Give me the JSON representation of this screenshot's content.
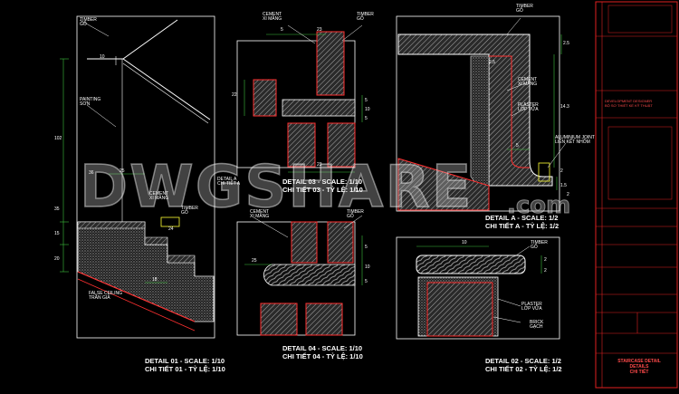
{
  "colors": {
    "background": "#000000",
    "frame": "#ffffff",
    "outline_red": "#ff3030",
    "hatch_grey": "#9a9a9a",
    "dim_green": "#3cbf3c",
    "yellow": "#ffff33",
    "title_block_red": "#e02020"
  },
  "watermark": {
    "main": "DWGSHARE",
    "suffix": ".com"
  },
  "details": {
    "d1": {
      "caption_en": "DETAIL 01 - SCALE: 1/10",
      "caption_vn": "CHI TIẾT 01 - TỶ LỆ: 1/10",
      "labels": {
        "timber": "TIMBER",
        "timber_vn": "GỖ",
        "painting": "PAINTING",
        "painting_vn": "SƠN",
        "cement": "CEMENT",
        "cement_vn": "XI MĂNG",
        "timber2": "TIMBER",
        "timber2_vn": "GỖ",
        "false_ceiling": "FALSE CEILING",
        "false_ceiling_vn": "TRẦN GIẢ",
        "detail_a": "DETAIL A",
        "detail_a_vn": "CHI TIẾT A"
      },
      "dims": {
        "d102": "102",
        "d35": "35",
        "d15": "15",
        "d20": "20",
        "d25": "25",
        "d24": "24",
        "d18": "18",
        "d36": "36",
        "d10": "10"
      }
    },
    "d3": {
      "caption_en": "DETAIL 03 - SCALE: 1/10",
      "caption_vn": "CHI TIẾT 03 - TỶ LỆ: 1/10",
      "labels": {
        "cement": "CEMENT",
        "cement_vn": "XI MĂNG",
        "timber": "TIMBER",
        "timber_vn": "GỖ"
      },
      "dims": {
        "d5": "5",
        "d23": "23",
        "d22": "22",
        "d5b": "5",
        "d10": "10",
        "d5c": "5",
        "d23b": "23"
      }
    },
    "d4": {
      "caption_en": "DETAIL 04 - SCALE: 1/10",
      "caption_vn": "CHI TIẾT 04 - TỶ LỆ: 1/10",
      "labels": {
        "cement": "CEMENT",
        "cement_vn": "XI MĂNG",
        "timber": "TIMBER",
        "timber_vn": "GỖ"
      },
      "dims": {
        "d25": "25",
        "d5": "5",
        "d10": "10",
        "d5b": "5"
      }
    },
    "dA": {
      "caption_en": "DETAIL A - SCALE: 1/2",
      "caption_vn": "CHI TIẾT A - TỶ LỆ: 1/2",
      "labels": {
        "timber": "TIMBER",
        "timber_vn": "GỖ",
        "cement": "CEMENT",
        "cement_vn": "XI MĂNG",
        "plaster": "PLASTER",
        "plaster_vn": "LỚP VỮA",
        "aluminium": "ALUMINIUM JOINT",
        "aluminium_vn": "LIÊN KẾT NHÔM"
      },
      "dims": {
        "d25": "2.5",
        "d25b": "2.5",
        "d143": "14.3",
        "d5": "5",
        "d2": "2",
        "d15": "1.5",
        "d2b": "2"
      }
    },
    "d2": {
      "caption_en": "DETAIL 02 - SCALE: 1/2",
      "caption_vn": "CHI TIẾT 02 - TỶ LỆ: 1/2",
      "labels": {
        "timber": "TIMBER",
        "timber_vn": "GỖ",
        "plaster": "PLASTER",
        "plaster_vn": "LỚP VỮA",
        "brick": "BRICK",
        "brick_vn": "GẠCH"
      },
      "dims": {
        "d10": "10",
        "d2": "2",
        "d2b": "2"
      }
    }
  },
  "title_block": {
    "company_1": "DEVELOPMENT DESIGNER",
    "company_2": "BỘ SƠ THIẾT KẾ KỸ THUẬT",
    "project_1": "STAIRCASE DETAIL",
    "project_2": "DETAILS",
    "project_3": "CHI TIẾT"
  }
}
